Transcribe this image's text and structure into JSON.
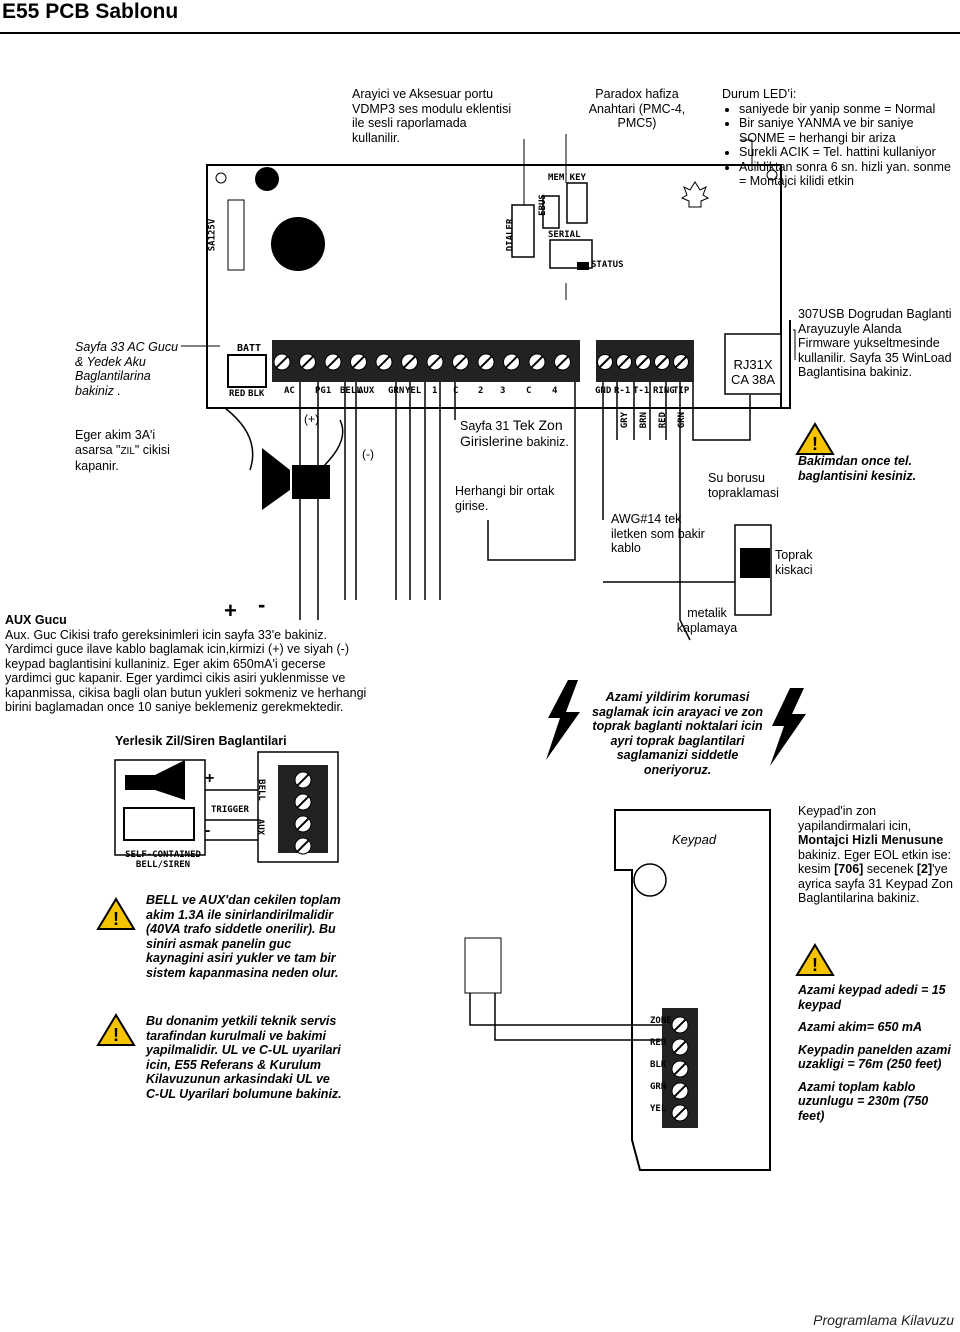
{
  "title": "E55 PCB Sablonu",
  "callouts": {
    "vdmp3": "Arayici ve Aksesuar portu VDMP3 ses modulu eklentisi ile sesli raporlamada kullanilir.",
    "memkey": "Paradox hafiza Anahtari (PMC-4, PMC5)",
    "led_title": "Durum LED’i:",
    "led_items": [
      "saniyede bir yanip sonme = Normal",
      "Bir saniye YANMA ve bir saniye SONME = herhangi bir ariza",
      "Surekli ACIK = Tel. hattini kullaniyor",
      "Acildiktan sonra 6 sn. hizli yan. sonme = Montajci kilidi etkin"
    ],
    "ac_power": "Sayfa 33 AC Gucu & Yedek Aku Baglantilarina bakiniz .",
    "usb": "307USB Dogrudan Baglanti Arayuzuyle Alanda Firmware yukseltmesinde kullanilir. Sayfa 35 WinLoad Baglantisina bakiniz.",
    "zil_pre": "Eger akim 3A'i asarsa \"",
    "zil_word": "ZIL",
    "zil_post": "\" cikisi kapanir.",
    "zone_pre": "Sayfa 31 ",
    "zone_big": "Tek Zon Girislerine",
    "zone_post": " bakiniz.",
    "common": "Herhangi bir ortak girise.",
    "awg": "AWG#14 tek iletken som bakir kablo",
    "water": "Su borusu topraklamasi",
    "clamp": "Toprak kiskaci",
    "metal": "metalik kaplamaya",
    "disconnect": "Bakimdan once tel. baglantisini kesiniz.",
    "aux_title": "AUX Gucu",
    "aux_body": "Aux. Guc Cikisi trafo gereksinimleri icin sayfa 33'e bakiniz. Yardimci guce ilave kablo baglamak icin,kirmizi (+) ve siyah (-) keypad baglantisini kullaniniz. Eger akim 650mA'i gecerse yardimci guc kapanir. Eger yardimci cikis asiri yuklenmisse ve kapanmissa, cikisa bagli olan butun yukleri sokmeniz ve herhangi birini baglamadan once 10 saniye beklemeniz gerekmektedir.",
    "siren_title": "Yerlesik Zil/Siren Baglantilari",
    "lightning": "Azami yildirim korumasi saglamak icin arayaci ve zon toprak baglanti noktalari icin ayri toprak baglantilari saglamanizi siddetle oneriyoruz.",
    "warn_bell": "BELL ve AUX'dan cekilen toplam akim 1.3A ile sinirlandirilmalidir (40VA trafo siddetle onerilir). Bu siniri asmak panelin guc kaynagini asiri yukler ve tam bir sistem kapanmasina neden olur.",
    "warn_service": "Bu donanim yetkili teknik servis tarafindan kurulmali ve bakimi yapilmalidir. UL ve C-UL uyarilari icin, E55 Referans & Kurulum Kilavuzunun arkasindaki UL ve C-UL Uyarilari bolumune bakiniz.",
    "keypad_note_pre": "Keypad'in zon yapilandirmalari icin, ",
    "keypad_note_bold": "Montajci Hizli Menusune",
    "keypad_note_mid": " bakiniz. Eger EOL etkin ise: kesim ",
    "keypad_note_706": "[706]",
    "keypad_note_mid2": " secenek ",
    "keypad_note_2": "[2]",
    "keypad_note_post": "'ye ayrica sayfa 31 Keypad Zon Baglantilarina bakiniz.",
    "keypad_specs": [
      "Azami keypad adedi = 15 keypad",
      "Azami akim= 650 mA",
      "Keypadin panelden azami uzakligi = 76m (250 feet)",
      "Azami toplam kablo uzunlugu = 230m (750 feet)"
    ]
  },
  "board": {
    "terminals": [
      "AC",
      "PG1",
      "BELL",
      "AUX",
      "GRN",
      "YEL",
      "1",
      "C",
      "2",
      "3",
      "C",
      "4",
      "GND",
      "R-1",
      "T-1",
      "RING",
      "TIP"
    ],
    "batt": "BATT",
    "red": "RED",
    "blk": "BLK",
    "rj31x_1": "RJ31X",
    "rj31x_2": "CA 38A",
    "ebus": "EBUS",
    "dialer": "DIALER",
    "memkey": "MEM KEY",
    "serial": "SERIAL",
    "status": "STATUS",
    "sa125v": "SA125V",
    "phone_wires": [
      "GRY",
      "BRN",
      "RED",
      "GRN"
    ],
    "plus": "(+)",
    "minus": "(-)",
    "aux_plus": "+",
    "aux_minus": "-"
  },
  "siren": {
    "trigger": "TRIGGER",
    "self1": "SELF-CONTAINED",
    "self2": "BELL/SIREN",
    "plus": "+",
    "minus": "-",
    "bell_lbl": "BELL",
    "aux_lbl": "AUX"
  },
  "keypad": {
    "label": "Keypad",
    "terminals": [
      "ZONE",
      "RED",
      "BLK",
      "GRN",
      "YEL"
    ]
  },
  "footer": "Programlama Kilavuzu"
}
